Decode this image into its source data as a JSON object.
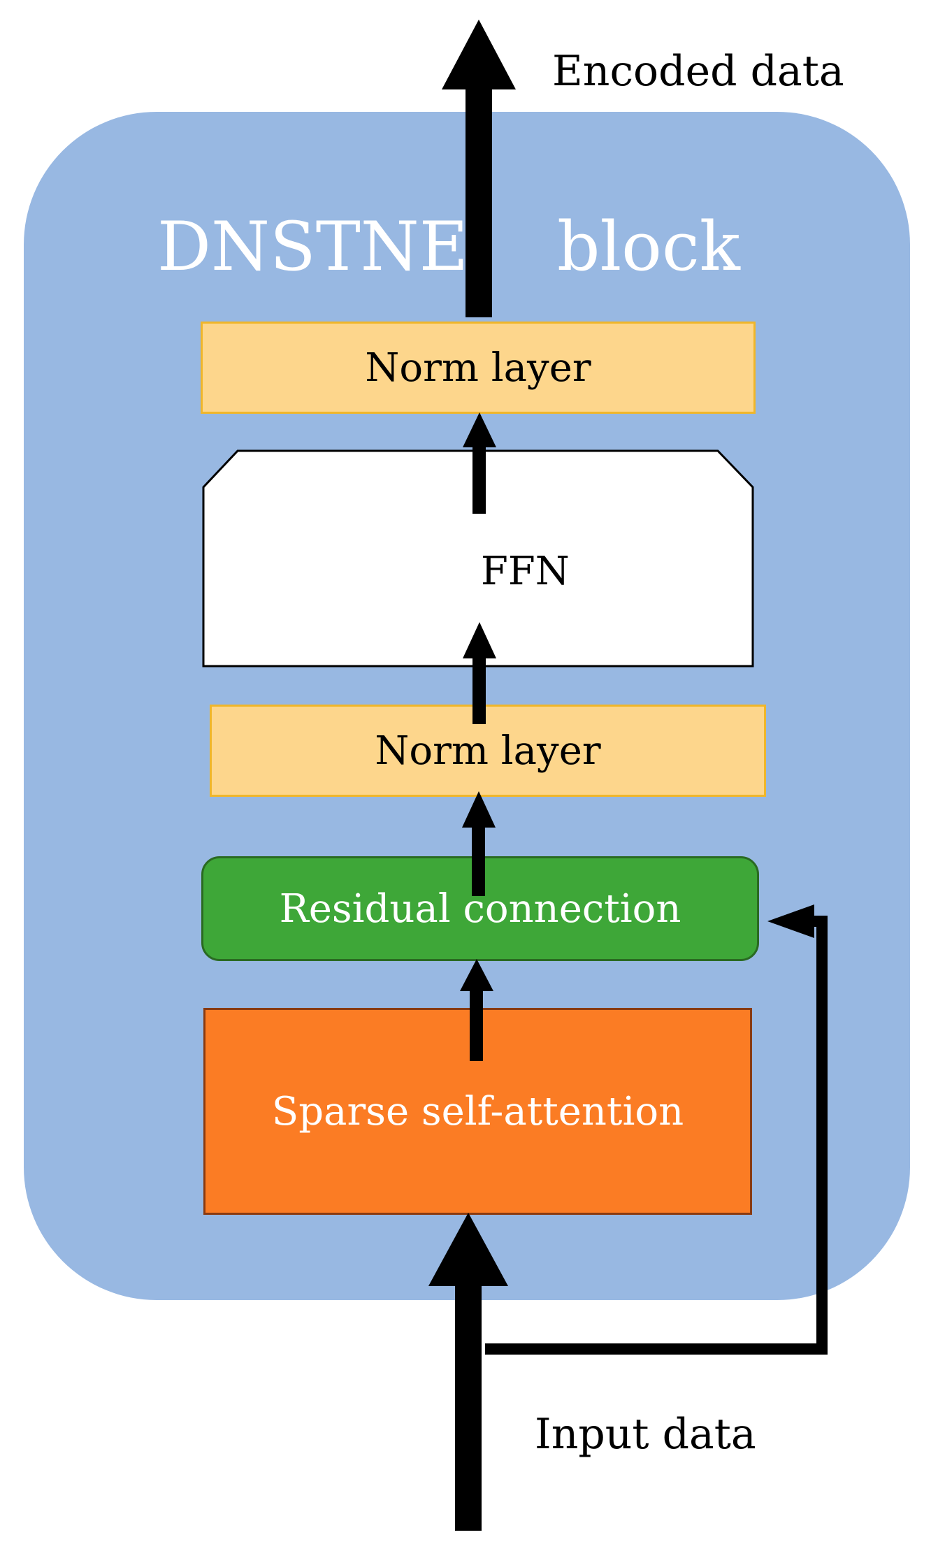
{
  "diagram": {
    "block_title_part1": "DNSTNE",
    "block_title_part2": "block",
    "output_label": "Encoded data",
    "input_label": "Input data",
    "layers": {
      "norm_top": "Norm layer",
      "ffn": "FFN",
      "norm_bottom": "Norm layer",
      "residual": "Residual connection",
      "sparse_attention": "Sparse self-attention"
    }
  },
  "colors": {
    "block_background": "#98b8e2",
    "norm_layer": "#fdd68c",
    "residual_connection": "#3ea738",
    "sparse_attention": "#fb7c24",
    "ffn": "#ffffff",
    "arrows": "#000000"
  }
}
